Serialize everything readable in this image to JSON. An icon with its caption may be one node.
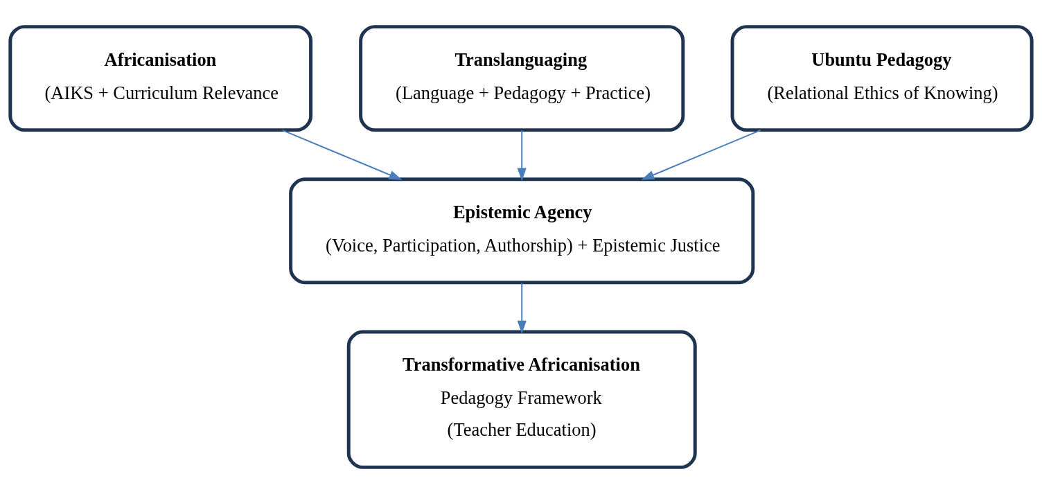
{
  "diagram": {
    "nodes": [
      {
        "text": [
          "Africanisation",
          "(AIKS + Curriculum Relevance"
        ]
      },
      {
        "text": [
          "Translanguaging",
          "(Language + Pedagogy + Practice)"
        ]
      },
      {
        "text": [
          "Ubuntu Pedagogy",
          "(Relational Ethics of Knowing)"
        ]
      },
      {
        "text": [
          "Epistemic Agency",
          "(Voice, Participation, Authorship) + Epistemic Justice"
        ]
      },
      {
        "text": [
          "Transformative Africanisation",
          "Pedagogy Framework",
          "(Teacher Education)"
        ]
      }
    ],
    "edges": [
      {
        "from": 0,
        "to": 3,
        "arrow": "to"
      },
      {
        "from": 1,
        "to": 3,
        "arrow": "to"
      },
      {
        "from": 2,
        "to": 3,
        "arrow": "to"
      },
      {
        "from": 3,
        "to": 4,
        "arrow": "to"
      }
    ]
  }
}
